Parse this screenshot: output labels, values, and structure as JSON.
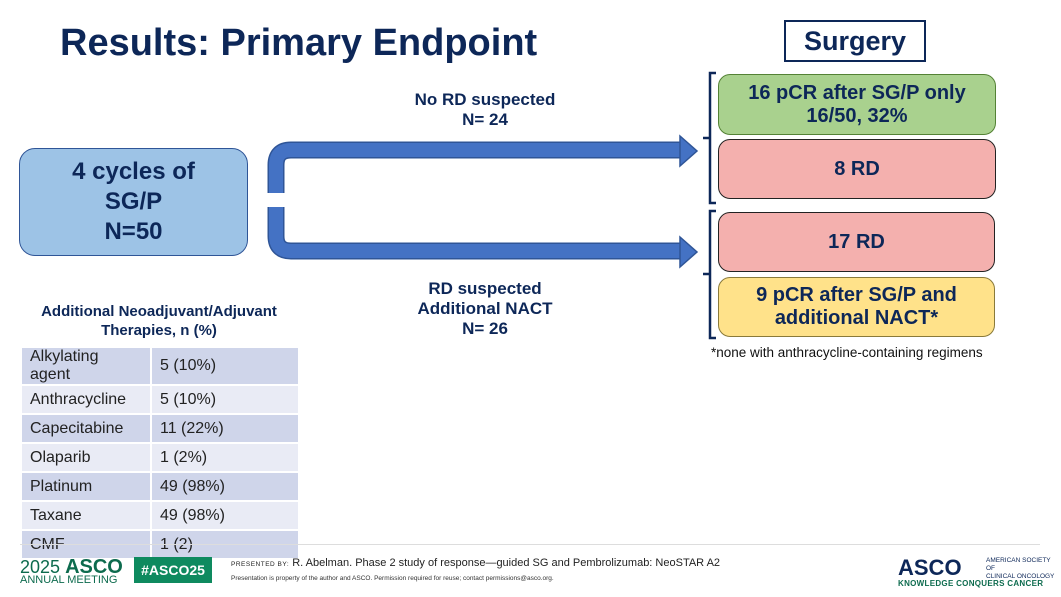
{
  "title": "Results: Primary Endpoint",
  "surgery_label": "Surgery",
  "start_box": "4 cycles of\nSG/P\nN=50",
  "upper_branch": {
    "label": "No RD suspected\nN= 24"
  },
  "lower_branch": {
    "label": "RD suspected\nAdditional NACT\nN= 26"
  },
  "outcomes": [
    {
      "text": "16 pCR after SG/P only\n16/50, 32%",
      "color": "#A9D18E"
    },
    {
      "text": "8 RD",
      "color": "#F4B0AE"
    },
    {
      "text": "17 RD",
      "color": "#F4B0AE"
    },
    {
      "text": "9 pCR after SG/P and\nadditional NACT*",
      "color": "#FFE28A"
    }
  ],
  "footnote": "*none with anthracycline-containing regimens",
  "therapies_table": {
    "title": "Additional Neoadjuvant/Adjuvant\nTherapies, n (%)",
    "rows": [
      [
        "Alkylating agent",
        "5 (10%)"
      ],
      [
        "Anthracycline",
        "5 (10%)"
      ],
      [
        "Capecitabine",
        "11 (22%)"
      ],
      [
        "Olaparib",
        "1 (2%)"
      ],
      [
        "Platinum",
        "49 (98%)"
      ],
      [
        "Taxane",
        "49 (98%)"
      ],
      [
        "CMF",
        "1 (2)"
      ]
    ]
  },
  "footer": {
    "year": "2025",
    "asco": "ASCO",
    "meeting": "ANNUAL MEETING",
    "hashtag": "#ASCO25",
    "presented_by_label": "PRESENTED BY:",
    "presented_by": "R. Abelman. Phase 2 study of response—guided SG and Pembrolizumab: NeoSTAR A2",
    "property_note": "Presentation is property of the author and ASCO. Permission required for reuse; contact permissions@asco.org.",
    "society": "AMERICAN SOCIETY OF\nCLINICAL ONCOLOGY",
    "tagline": "KNOWLEDGE CONQUERS CANCER"
  },
  "colors": {
    "arrow": "#4472C4",
    "title": "#0D2758",
    "start_box": "#9DC3E6"
  }
}
